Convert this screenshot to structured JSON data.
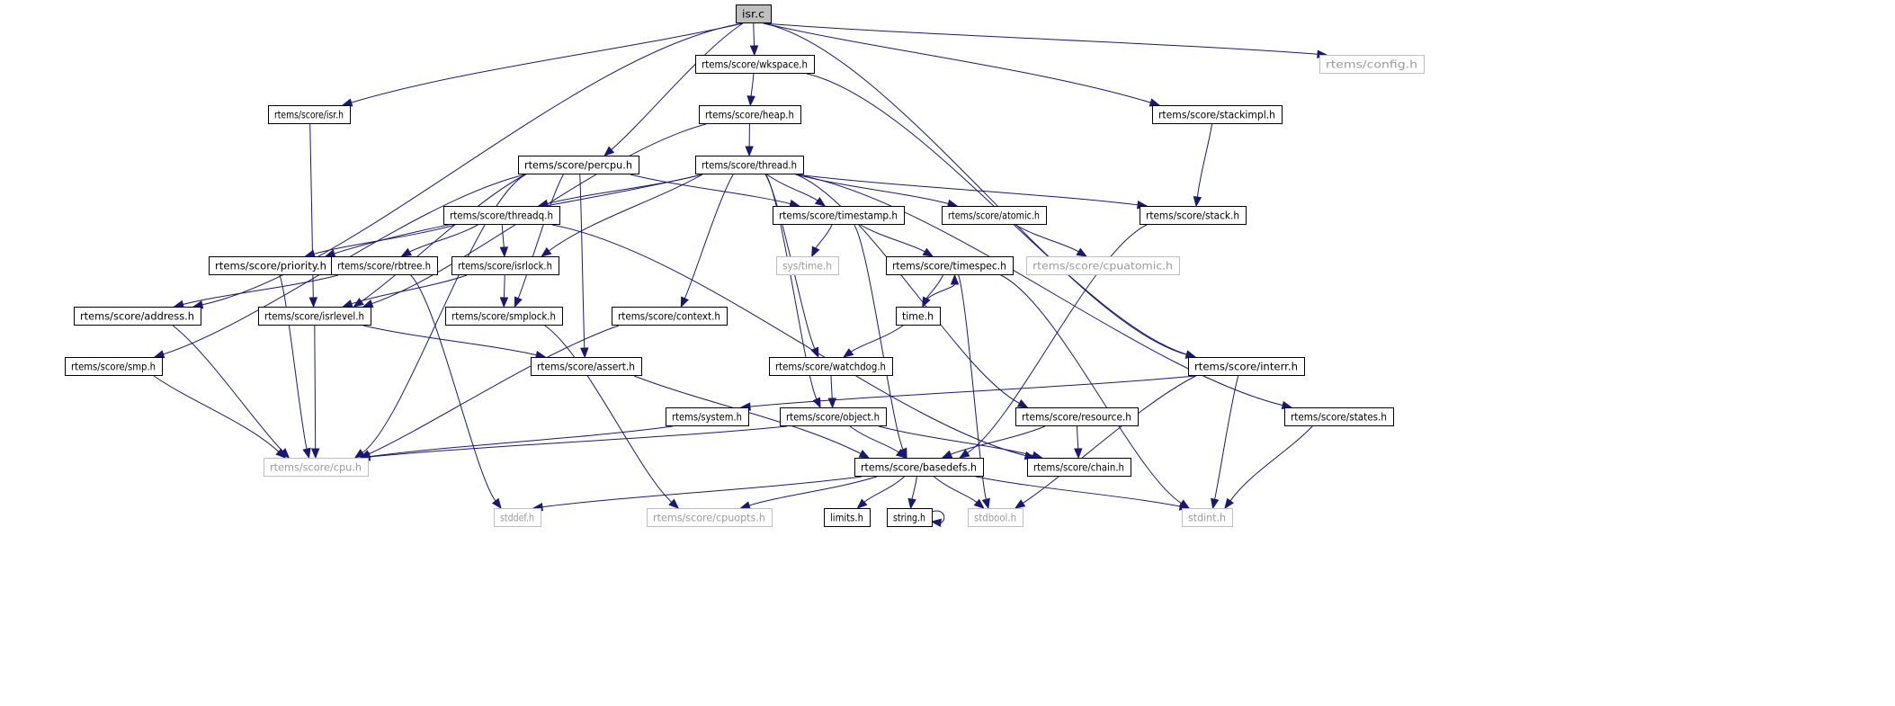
{
  "diagram": {
    "type": "include-dependency-graph",
    "edge_color": "#191970",
    "root_fill": "#bfbfbf",
    "external_border": "#bfbfbf",
    "nodes": [
      {
        "id": "isr_c",
        "label": "isr.c",
        "kind": "root"
      },
      {
        "id": "wkspace",
        "label": "rtems/score/wkspace.h",
        "kind": "doc"
      },
      {
        "id": "config",
        "label": "rtems/config.h",
        "kind": "ext"
      },
      {
        "id": "isr_h",
        "label": "rtems/score/isr.h",
        "kind": "doc"
      },
      {
        "id": "heap",
        "label": "rtems/score/heap.h",
        "kind": "doc"
      },
      {
        "id": "stackimpl",
        "label": "rtems/score/stackimpl.h",
        "kind": "doc"
      },
      {
        "id": "percpu",
        "label": "rtems/score/percpu.h",
        "kind": "doc"
      },
      {
        "id": "thread",
        "label": "rtems/score/thread.h",
        "kind": "doc"
      },
      {
        "id": "threadq",
        "label": "rtems/score/threadq.h",
        "kind": "doc"
      },
      {
        "id": "timestamp",
        "label": "rtems/score/timestamp.h",
        "kind": "doc"
      },
      {
        "id": "atomic",
        "label": "rtems/score/atomic.h",
        "kind": "doc"
      },
      {
        "id": "stack",
        "label": "rtems/score/stack.h",
        "kind": "doc"
      },
      {
        "id": "priority",
        "label": "rtems/score/priority.h",
        "kind": "doc"
      },
      {
        "id": "rbtree",
        "label": "rtems/score/rbtree.h",
        "kind": "doc"
      },
      {
        "id": "isrlock",
        "label": "rtems/score/isrlock.h",
        "kind": "doc"
      },
      {
        "id": "systime",
        "label": "sys/time.h",
        "kind": "ext"
      },
      {
        "id": "timespec",
        "label": "rtems/score/timespec.h",
        "kind": "doc"
      },
      {
        "id": "cpuatomic",
        "label": "rtems/score/cpuatomic.h",
        "kind": "ext"
      },
      {
        "id": "address",
        "label": "rtems/score/address.h",
        "kind": "doc"
      },
      {
        "id": "isrlevel",
        "label": "rtems/score/isrlevel.h",
        "kind": "doc"
      },
      {
        "id": "smplock",
        "label": "rtems/score/smplock.h",
        "kind": "doc"
      },
      {
        "id": "context",
        "label": "rtems/score/context.h",
        "kind": "doc"
      },
      {
        "id": "time_h",
        "label": "time.h",
        "kind": "doc"
      },
      {
        "id": "smp",
        "label": "rtems/score/smp.h",
        "kind": "doc"
      },
      {
        "id": "assert",
        "label": "rtems/score/assert.h",
        "kind": "doc"
      },
      {
        "id": "watchdog",
        "label": "rtems/score/watchdog.h",
        "kind": "doc"
      },
      {
        "id": "interr",
        "label": "rtems/score/interr.h",
        "kind": "doc"
      },
      {
        "id": "system",
        "label": "rtems/system.h",
        "kind": "doc"
      },
      {
        "id": "object",
        "label": "rtems/score/object.h",
        "kind": "doc"
      },
      {
        "id": "resource",
        "label": "rtems/score/resource.h",
        "kind": "doc"
      },
      {
        "id": "states",
        "label": "rtems/score/states.h",
        "kind": "doc"
      },
      {
        "id": "cpu",
        "label": "rtems/score/cpu.h",
        "kind": "ext"
      },
      {
        "id": "basedefs",
        "label": "rtems/score/basedefs.h",
        "kind": "doc"
      },
      {
        "id": "chain",
        "label": "rtems/score/chain.h",
        "kind": "doc"
      },
      {
        "id": "stddef",
        "label": "stddef.h",
        "kind": "ext"
      },
      {
        "id": "cpuopts",
        "label": "rtems/score/cpuopts.h",
        "kind": "ext"
      },
      {
        "id": "limits",
        "label": "limits.h",
        "kind": "doc"
      },
      {
        "id": "string",
        "label": "string.h",
        "kind": "doc"
      },
      {
        "id": "stdbool",
        "label": "stdbool.h",
        "kind": "ext"
      },
      {
        "id": "stdint",
        "label": "stdint.h",
        "kind": "ext"
      }
    ],
    "edges": [
      [
        "isr_c",
        "address"
      ],
      [
        "isr_c",
        "isr_h"
      ],
      [
        "isr_c",
        "percpu"
      ],
      [
        "isr_c",
        "wkspace"
      ],
      [
        "isr_c",
        "stackimpl"
      ],
      [
        "isr_c",
        "interr"
      ],
      [
        "isr_c",
        "config"
      ],
      [
        "wkspace",
        "heap"
      ],
      [
        "wkspace",
        "interr"
      ],
      [
        "isr_h",
        "isrlevel"
      ],
      [
        "heap",
        "thread"
      ],
      [
        "heap",
        "isrlevel"
      ],
      [
        "stackimpl",
        "stack"
      ],
      [
        "percpu",
        "cpu"
      ],
      [
        "percpu",
        "smp"
      ],
      [
        "percpu",
        "isrlevel"
      ],
      [
        "percpu",
        "timestamp"
      ],
      [
        "percpu",
        "smplock"
      ],
      [
        "percpu",
        "assert"
      ],
      [
        "thread",
        "threadq"
      ],
      [
        "thread",
        "priority"
      ],
      [
        "thread",
        "isrlock"
      ],
      [
        "thread",
        "timestamp"
      ],
      [
        "thread",
        "atomic"
      ],
      [
        "thread",
        "stack"
      ],
      [
        "thread",
        "context"
      ],
      [
        "thread",
        "watchdog"
      ],
      [
        "thread",
        "object"
      ],
      [
        "thread",
        "resource"
      ],
      [
        "thread",
        "states"
      ],
      [
        "threadq",
        "priority"
      ],
      [
        "threadq",
        "rbtree"
      ],
      [
        "threadq",
        "isrlock"
      ],
      [
        "threadq",
        "chain"
      ],
      [
        "timestamp",
        "systime"
      ],
      [
        "timestamp",
        "timespec"
      ],
      [
        "timestamp",
        "basedefs"
      ],
      [
        "atomic",
        "cpuatomic"
      ],
      [
        "stack",
        "basedefs"
      ],
      [
        "priority",
        "cpu"
      ],
      [
        "rbtree",
        "address"
      ],
      [
        "rbtree",
        "stddef"
      ],
      [
        "isrlock",
        "isrlevel"
      ],
      [
        "isrlock",
        "smplock"
      ],
      [
        "timespec",
        "time_h"
      ],
      [
        "timespec",
        "stdbool"
      ],
      [
        "timespec",
        "stdint"
      ],
      [
        "address",
        "cpu"
      ],
      [
        "isrlevel",
        "cpu"
      ],
      [
        "isrlevel",
        "assert"
      ],
      [
        "smplock",
        "cpuopts"
      ],
      [
        "context",
        "cpu"
      ],
      [
        "time_h",
        "timespec"
      ],
      [
        "time_h",
        "watchdog"
      ],
      [
        "smp",
        "cpu"
      ],
      [
        "assert",
        "basedefs"
      ],
      [
        "watchdog",
        "object"
      ],
      [
        "interr",
        "system"
      ],
      [
        "interr",
        "stdbool"
      ],
      [
        "interr",
        "stdint"
      ],
      [
        "system",
        "cpu"
      ],
      [
        "object",
        "cpu"
      ],
      [
        "object",
        "basedefs"
      ],
      [
        "object",
        "chain"
      ],
      [
        "resource",
        "basedefs"
      ],
      [
        "resource",
        "chain"
      ],
      [
        "states",
        "stdint"
      ],
      [
        "basedefs",
        "stddef"
      ],
      [
        "basedefs",
        "cpuopts"
      ],
      [
        "basedefs",
        "limits"
      ],
      [
        "basedefs",
        "string"
      ],
      [
        "basedefs",
        "stdbool"
      ],
      [
        "basedefs",
        "stdint"
      ],
      [
        "string",
        "string"
      ]
    ]
  }
}
